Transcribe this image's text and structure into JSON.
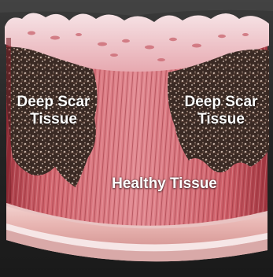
{
  "labels": {
    "scar_left": {
      "line1": "Deep Scar",
      "line2": "Tissue"
    },
    "scar_right": {
      "line1": "Deep Scar",
      "line2": "Tissue"
    },
    "healthy": "Healthy Tissue"
  },
  "colors": {
    "background": "#2a2a2a",
    "muscle_light": "#e3919a",
    "muscle_mid": "#c9555f",
    "muscle_dark": "#8f2a33",
    "fascia": "#efc9c6",
    "membrane": "#f3dfe2",
    "scar_dark": "#3a2a24",
    "scar_light": "#c7b3a7",
    "label_text": "#ffffff"
  }
}
